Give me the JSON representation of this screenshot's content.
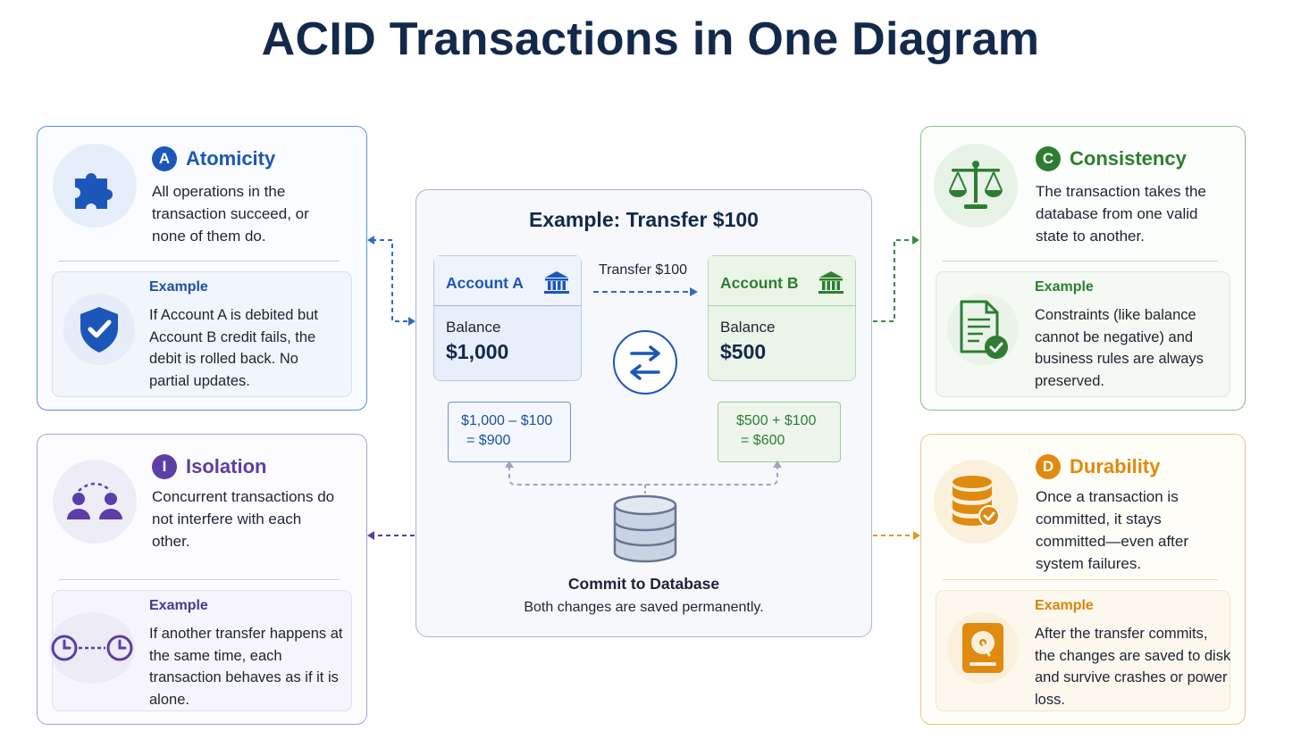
{
  "title": "ACID Transactions in One Diagram",
  "atomicity": {
    "badge": "A",
    "title": "Atomicity",
    "desc": "All operations in the transaction succeed, or none of them do.",
    "example_label": "Example",
    "example_text": "If Account A is debited but Account B credit fails, the debit is rolled back. No partial updates.",
    "icon": "puzzle-piece-icon",
    "example_icon": "shield-check-icon",
    "color": "#1c56b8"
  },
  "consistency": {
    "badge": "C",
    "title": "Consistency",
    "desc": "The transaction takes the database from one valid state to another.",
    "example_label": "Example",
    "example_text": "Constraints (like balance cannot be negative) and business rules are always preserved.",
    "icon": "scales-icon",
    "example_icon": "checked-document-icon",
    "color": "#2e7d32"
  },
  "isolation": {
    "badge": "I",
    "title": "Isolation",
    "desc": "Concurrent transactions do not interfere with each other.",
    "example_label": "Example",
    "example_text": "If another transfer happens at the same time, each transaction behaves as if it is alone.",
    "icon": "two-users-icon",
    "example_icon": "two-clocks-icon",
    "color": "#5b3ea6"
  },
  "durability": {
    "badge": "D",
    "title": "Durability",
    "desc": "Once a transaction is committed, it stays committed—even after system failures.",
    "example_label": "Example",
    "example_text": "After the transfer commits, the changes are saved to disk and survive crashes or power loss.",
    "icon": "database-check-icon",
    "example_icon": "hard-disk-icon",
    "color": "#e08a10"
  },
  "center": {
    "title": "Example: Transfer $100",
    "transfer_label": "Transfer $100",
    "account_a": {
      "name": "Account A",
      "balance_label": "Balance",
      "balance": "$1,000"
    },
    "account_b": {
      "name": "Account B",
      "balance_label": "Balance",
      "balance": "$500"
    },
    "calc_a": {
      "line1": "$1,000 – $100",
      "line2": "= $900"
    },
    "calc_b": {
      "line1": "$500 + $100",
      "line2": "= $600"
    },
    "commit_title": "Commit to Database",
    "commit_sub": "Both changes are saved permanently."
  }
}
